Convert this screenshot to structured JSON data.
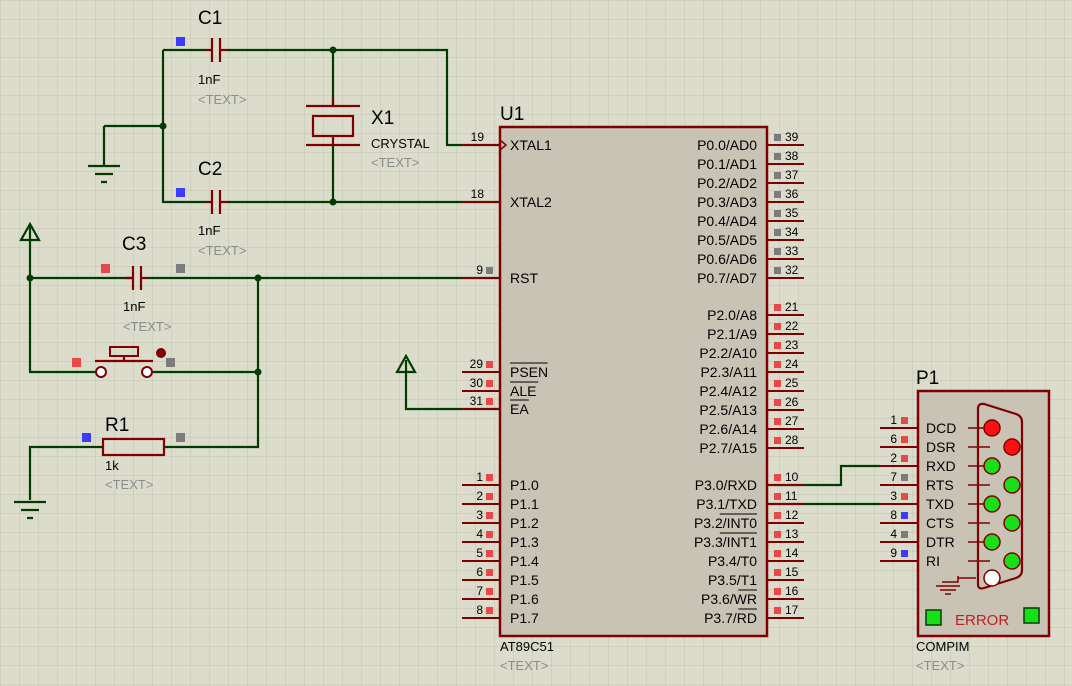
{
  "grid": {
    "color": "#c3c3b4"
  },
  "colors": {
    "wire": "#003c00",
    "component": "#800000",
    "chip_fill": "#c8c3b4",
    "pin_red": "#e84848",
    "pin_gray": "#7c7c7c",
    "pin_blue": "#3c3cff",
    "led_red": "#ff1010",
    "led_green": "#18e018"
  },
  "c1": {
    "ref": "C1",
    "value": "1nF",
    "text": "<TEXT>"
  },
  "c2": {
    "ref": "C2",
    "value": "1nF",
    "text": "<TEXT>"
  },
  "c3": {
    "ref": "C3",
    "value": "1nF",
    "text": "<TEXT>"
  },
  "x1": {
    "ref": "X1",
    "value": "CRYSTAL",
    "text": "<TEXT>"
  },
  "r1": {
    "ref": "R1",
    "value": "1k",
    "text": "<TEXT>"
  },
  "u1": {
    "ref": "U1",
    "part": "AT89C51",
    "text": "<TEXT>",
    "left_pins": [
      {
        "num": "19",
        "name": "XTAL1"
      },
      {
        "num": "18",
        "name": "XTAL2"
      },
      {
        "num": "9",
        "name": "RST"
      },
      {
        "num": "29",
        "name": "PSEN"
      },
      {
        "num": "30",
        "name": "ALE"
      },
      {
        "num": "31",
        "name": "EA"
      },
      {
        "num": "1",
        "name": "P1.0"
      },
      {
        "num": "2",
        "name": "P1.1"
      },
      {
        "num": "3",
        "name": "P1.2"
      },
      {
        "num": "4",
        "name": "P1.3"
      },
      {
        "num": "5",
        "name": "P1.4"
      },
      {
        "num": "6",
        "name": "P1.5"
      },
      {
        "num": "7",
        "name": "P1.6"
      },
      {
        "num": "8",
        "name": "P1.7"
      }
    ],
    "right_pins": [
      {
        "num": "39",
        "name": "P0.0/AD0"
      },
      {
        "num": "38",
        "name": "P0.1/AD1"
      },
      {
        "num": "37",
        "name": "P0.2/AD2"
      },
      {
        "num": "36",
        "name": "P0.3/AD3"
      },
      {
        "num": "35",
        "name": "P0.4/AD4"
      },
      {
        "num": "34",
        "name": "P0.5/AD5"
      },
      {
        "num": "33",
        "name": "P0.6/AD6"
      },
      {
        "num": "32",
        "name": "P0.7/AD7"
      },
      {
        "num": "21",
        "name": "P2.0/A8"
      },
      {
        "num": "22",
        "name": "P2.1/A9"
      },
      {
        "num": "23",
        "name": "P2.2/A10"
      },
      {
        "num": "24",
        "name": "P2.3/A11"
      },
      {
        "num": "25",
        "name": "P2.4/A12"
      },
      {
        "num": "26",
        "name": "P2.5/A13"
      },
      {
        "num": "27",
        "name": "P2.6/A14"
      },
      {
        "num": "28",
        "name": "P2.7/A15"
      },
      {
        "num": "10",
        "name": "P3.0/RXD"
      },
      {
        "num": "11",
        "name": "P3.1/TXD"
      },
      {
        "num": "12",
        "name": "P3.2/INT0"
      },
      {
        "num": "13",
        "name": "P3.3/INT1"
      },
      {
        "num": "14",
        "name": "P3.4/T0"
      },
      {
        "num": "15",
        "name": "P3.5/T1"
      },
      {
        "num": "16",
        "name": "P3.6/WR"
      },
      {
        "num": "17",
        "name": "P3.7/RD"
      }
    ]
  },
  "p1": {
    "ref": "P1",
    "part": "COMPIM",
    "text": "<TEXT>",
    "error": "ERROR",
    "pins": [
      {
        "num": "1",
        "name": "DCD"
      },
      {
        "num": "6",
        "name": "DSR"
      },
      {
        "num": "2",
        "name": "RXD"
      },
      {
        "num": "7",
        "name": "RTS"
      },
      {
        "num": "3",
        "name": "TXD"
      },
      {
        "num": "8",
        "name": "CTS"
      },
      {
        "num": "4",
        "name": "DTR"
      },
      {
        "num": "9",
        "name": "RI"
      }
    ],
    "leds": [
      "red",
      "red",
      "green",
      "green",
      "green",
      "green",
      "green",
      "green",
      "off"
    ]
  }
}
